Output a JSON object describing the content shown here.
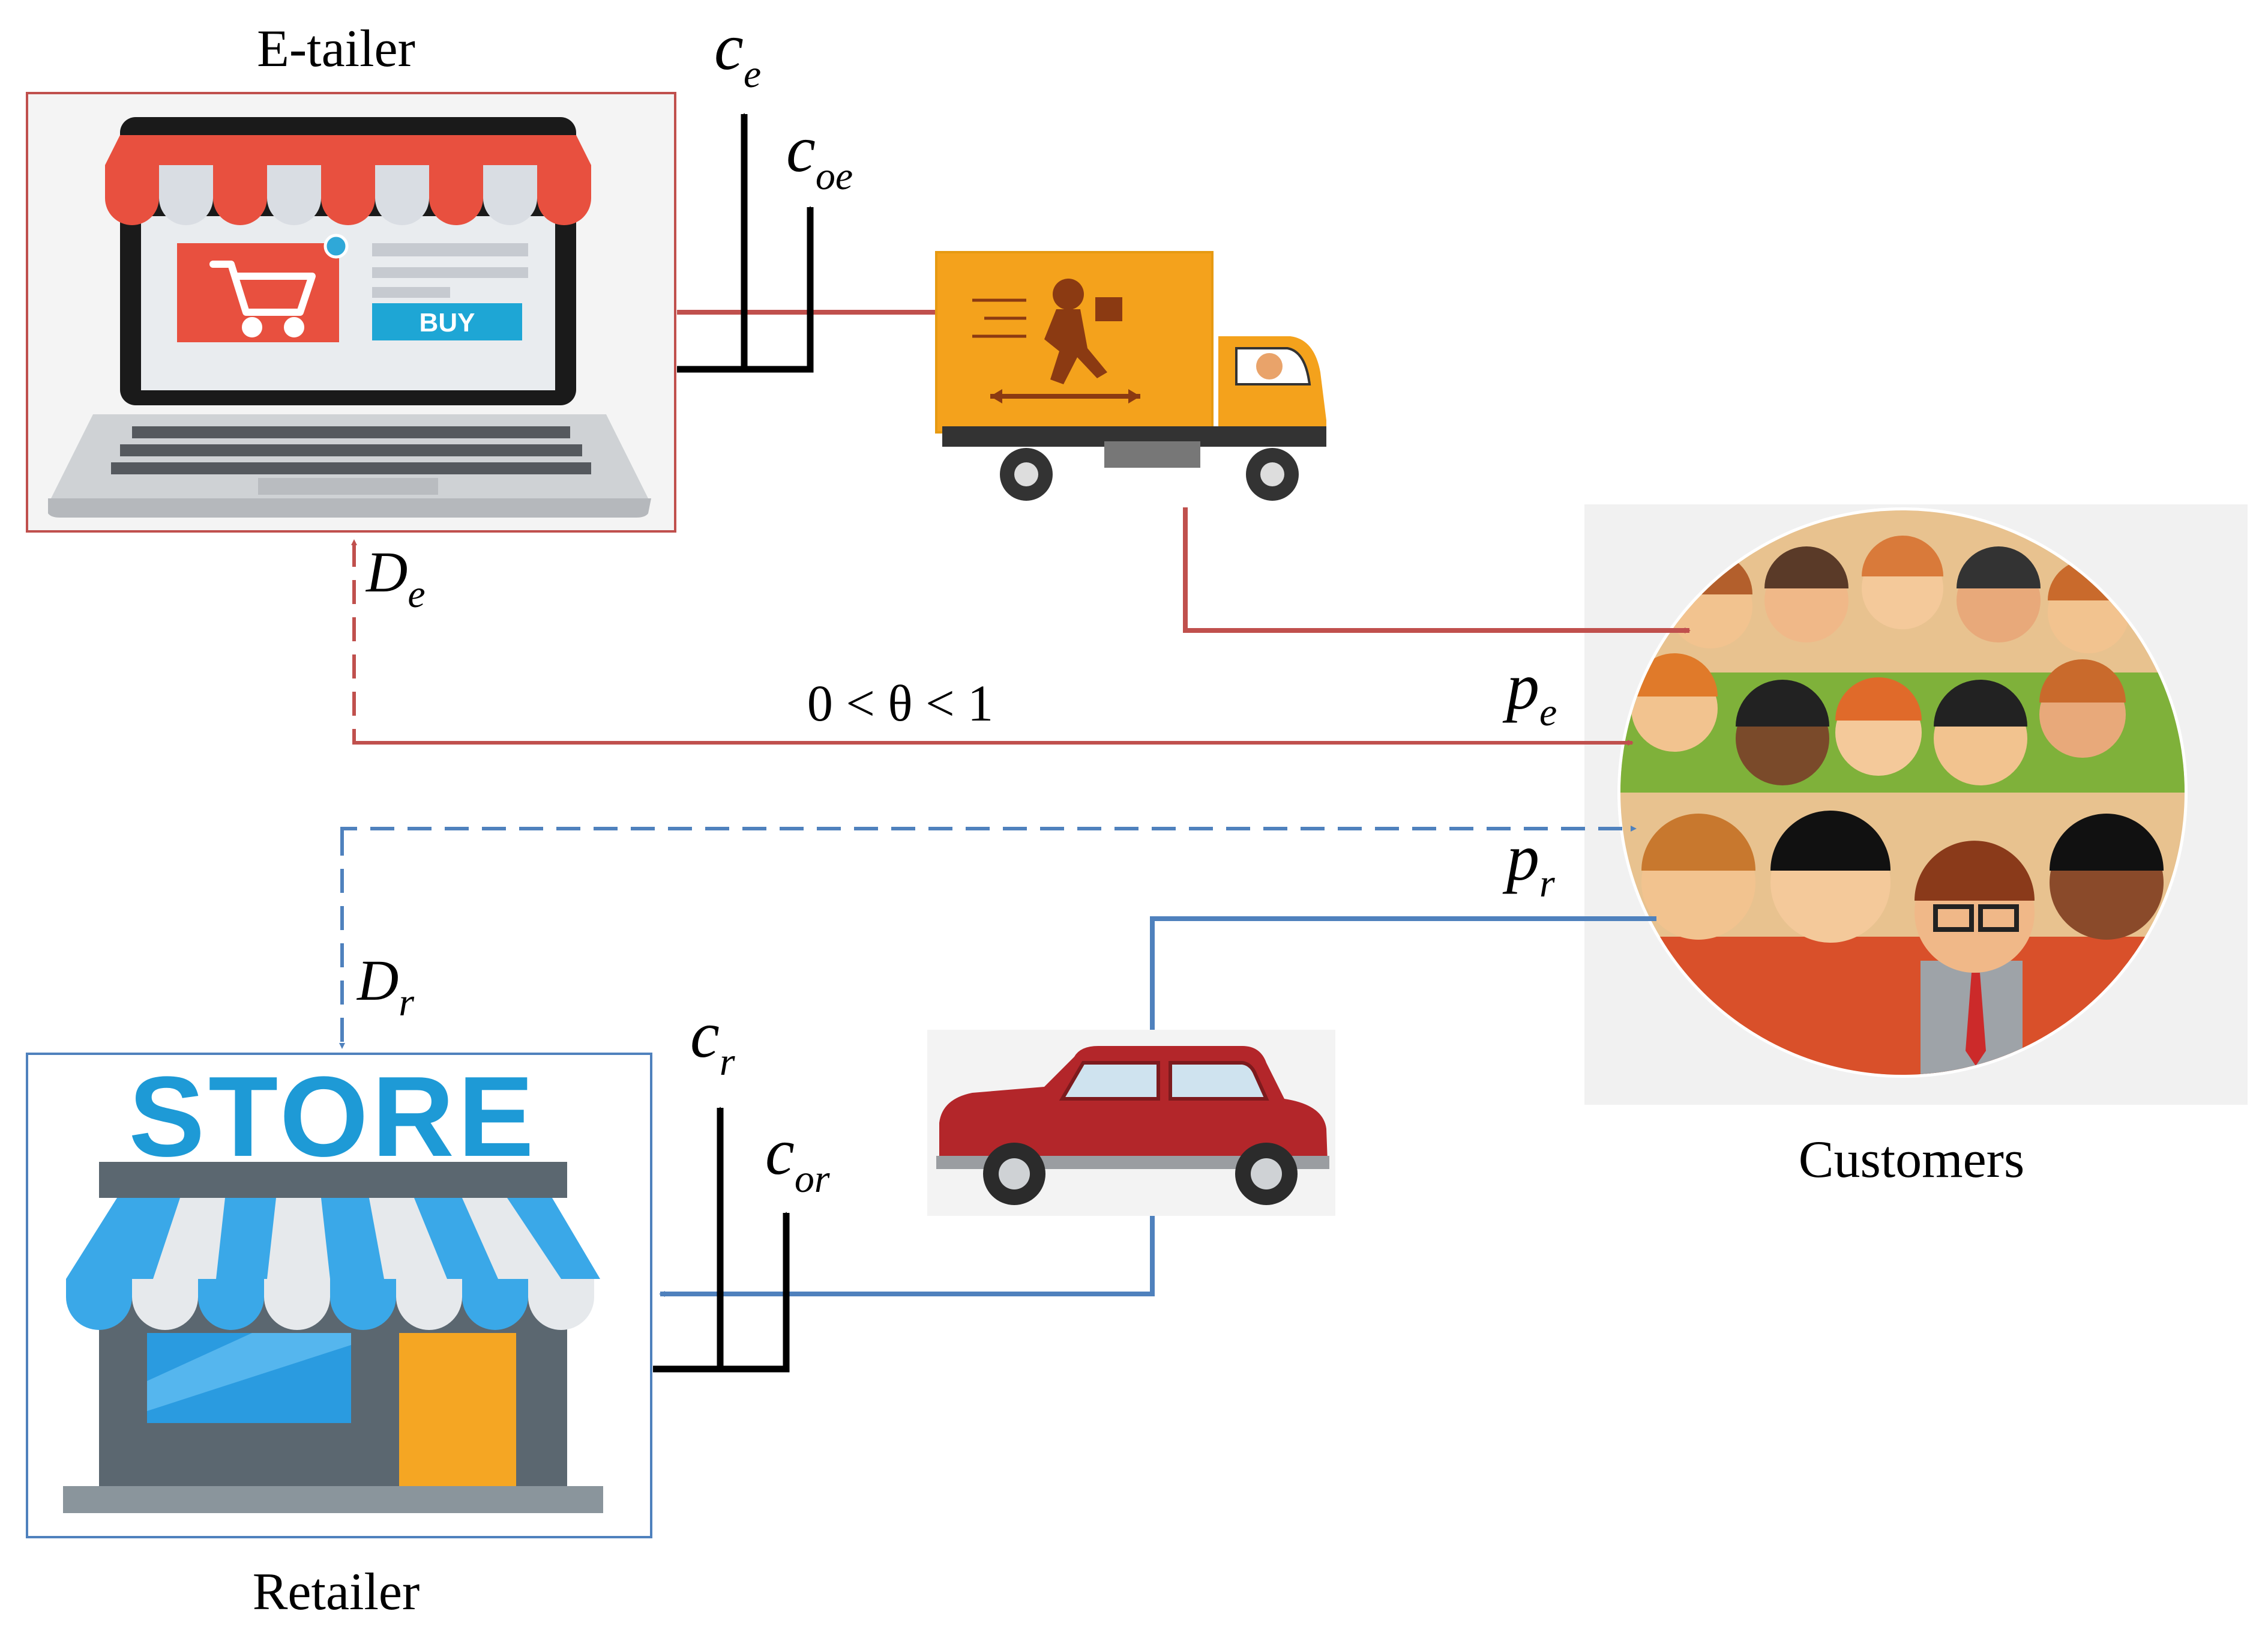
{
  "nodes": {
    "etailer": {
      "caption": "E-tailer",
      "buy_label": "BUY"
    },
    "retailer": {
      "caption": "Retailer",
      "store_sign": "STORE"
    },
    "customers": {
      "caption": "Customers"
    },
    "truck": {
      "icon": "delivery-truck-icon"
    },
    "car": {
      "icon": "car-icon"
    }
  },
  "labels": {
    "c_e": {
      "base": "c",
      "sub": "e"
    },
    "c_oe": {
      "base": "c",
      "sub": "oe"
    },
    "c_r": {
      "base": "c",
      "sub": "r"
    },
    "c_or": {
      "base": "c",
      "sub": "or"
    },
    "D_e": {
      "base": "D",
      "sub": "e"
    },
    "D_r": {
      "base": "D",
      "sub": "r"
    },
    "p_e": {
      "base": "p",
      "sub": "e"
    },
    "p_r": {
      "base": "p",
      "sub": "r"
    },
    "theta_range": "0 < θ < 1"
  },
  "colors": {
    "online_channel": "#C0504D",
    "offline_channel": "#4F81BD",
    "cost_arrow": "#000000",
    "awning_online": "#E8503F",
    "awning_offline": "#3AA8E8",
    "truck_body": "#F4A21C",
    "car_body": "#B3262A",
    "store_sign": "#1E9AD6"
  }
}
